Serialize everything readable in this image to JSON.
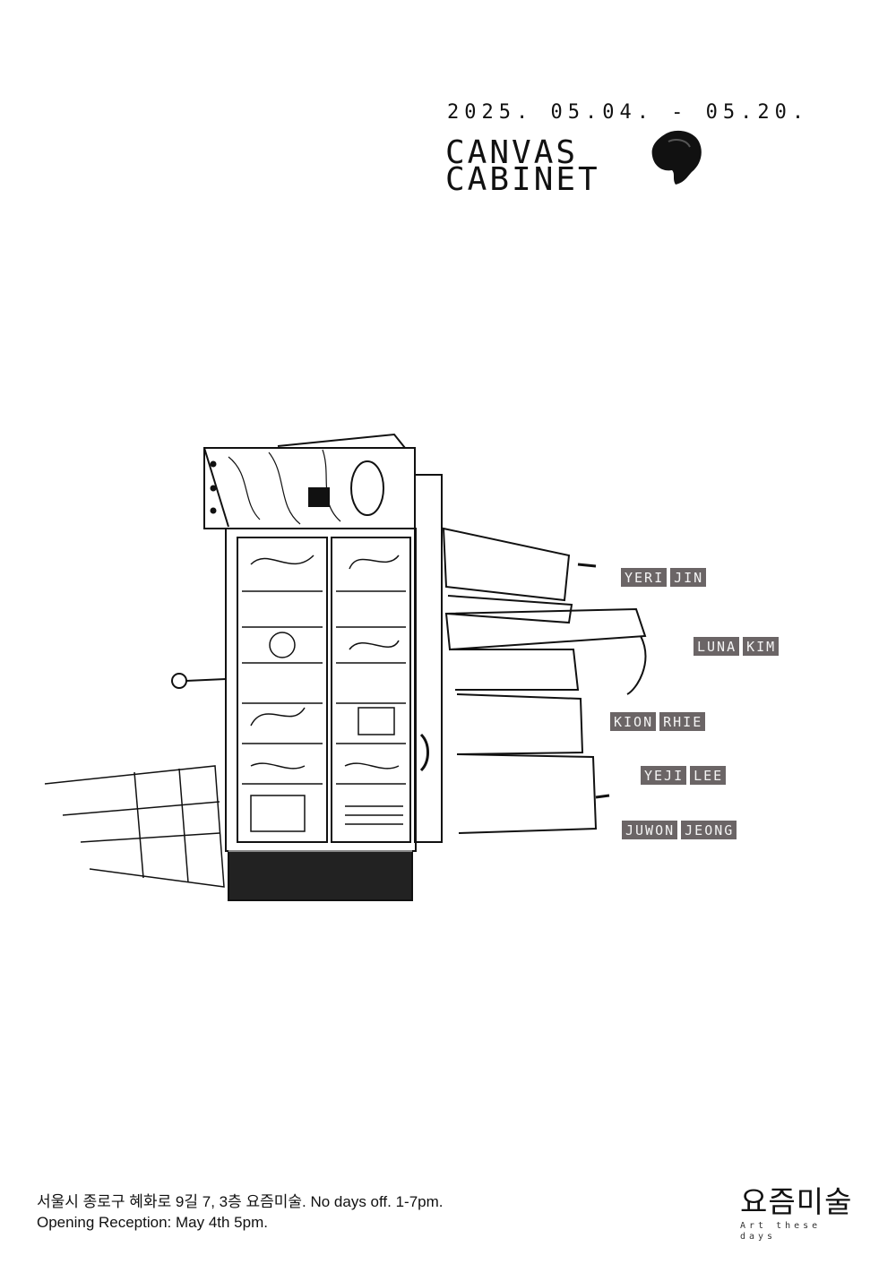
{
  "header": {
    "dates": "2025. 05.04. - 05.20.",
    "title_line1": "CANVAS",
    "title_line2": "CABINET"
  },
  "artists": [
    {
      "first": "YERI",
      "last": "JIN"
    },
    {
      "first": "LUNA",
      "last": "KIM"
    },
    {
      "first": "KION",
      "last": "RHIE"
    },
    {
      "first": "YEJI",
      "last": "LEE"
    },
    {
      "first": "JUWON",
      "last": "JEONG"
    }
  ],
  "footer": {
    "address_line": "서울시 종로구 혜화로 9길 7, 3층 요즘미술. No days off. 1-7pm.",
    "reception_line": "Opening Reception: May 4th 5pm."
  },
  "logo": {
    "korean": "요즘미술",
    "english": "Art these days"
  },
  "colors": {
    "tag_background": "#6b6566",
    "tag_text": "#f4f4f4",
    "ink": "#111111"
  }
}
